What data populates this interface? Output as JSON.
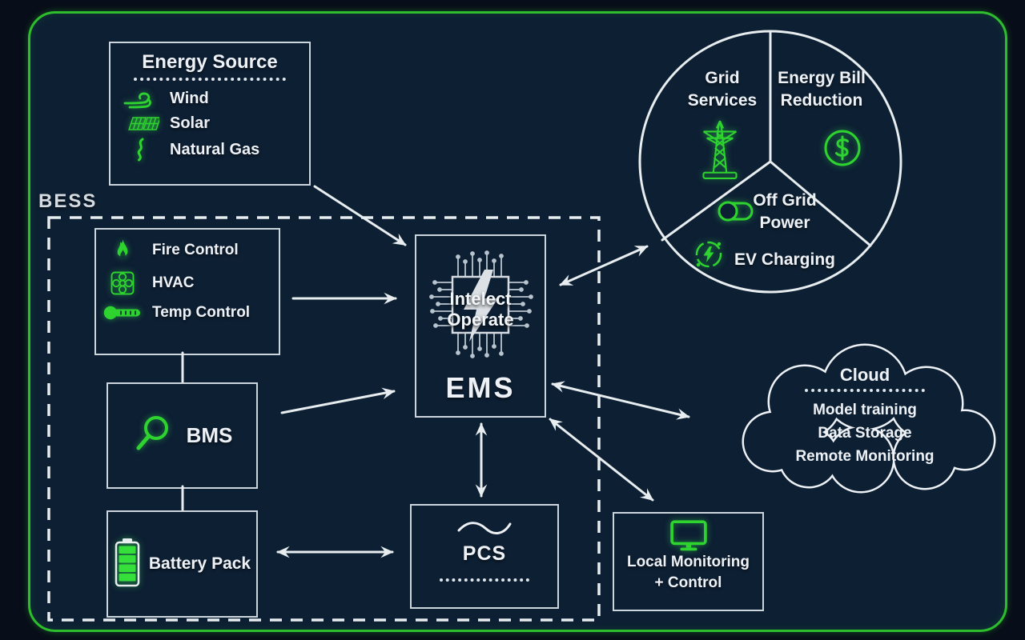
{
  "bess_label": "BESS",
  "energy_source": {
    "title": "Energy Source",
    "items": [
      {
        "icon": "wind-icon",
        "label": "Wind"
      },
      {
        "icon": "solar-panel-icon",
        "label": "Solar"
      },
      {
        "icon": "natural-gas-icon",
        "label": "Natural Gas"
      }
    ]
  },
  "safety_box": {
    "items": [
      {
        "icon": "flame-icon",
        "label": "Fire Control"
      },
      {
        "icon": "hvac-fan-icon",
        "label": "HVAC"
      },
      {
        "icon": "thermometer-icon",
        "label": "Temp Control"
      }
    ]
  },
  "bms": {
    "icon": "magnifier-icon",
    "label": "BMS"
  },
  "battery": {
    "icon": "battery-icon",
    "label": "Battery Pack"
  },
  "ems": {
    "brand_line1": "Intelect",
    "brand_line2": "Operate",
    "label": "EMS"
  },
  "pcs": {
    "icon": "ac-wave-icon",
    "label": "PCS"
  },
  "local_monitoring": {
    "icon": "monitor-icon",
    "label_line1": "Local Monitoring",
    "label_line2": "+ Control"
  },
  "applications_pie": {
    "sectors": [
      {
        "icon": "transmission-tower-icon",
        "label": "Grid Services"
      },
      {
        "icon": "dollar-coin-icon",
        "label": "Energy Bill Reduction"
      },
      {
        "icon": "toggle-icon",
        "label": "Off Grid Power"
      },
      {
        "icon": "ev-charging-icon",
        "label": "EV Charging"
      }
    ]
  },
  "cloud": {
    "title": "Cloud",
    "items": [
      "Model training",
      "Data Storage",
      "Remote Monitoring"
    ]
  },
  "colors": {
    "frame_green": "#2dbd2d",
    "icon_green": "#2fd32f",
    "background": "#080e19",
    "panel": "#0d2033",
    "line_white": "#e8edf0"
  }
}
